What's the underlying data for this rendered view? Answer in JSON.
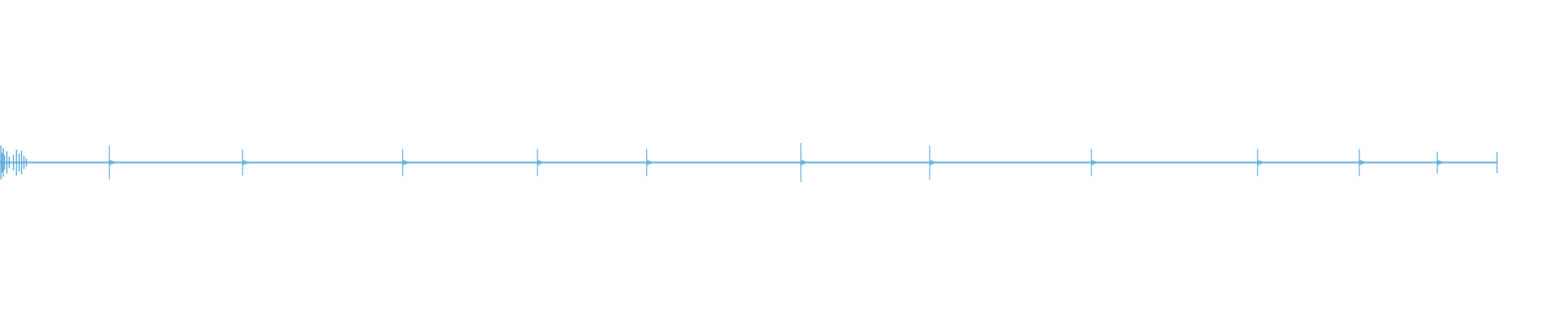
{
  "waveform": {
    "color": "#5aa9dc",
    "baseline_level": 0,
    "end_marker_present": true,
    "onset_burst": [
      {
        "position": 0.0006,
        "amplitude": 0.52
      },
      {
        "position": 0.0014,
        "amplitude": 0.3
      },
      {
        "position": 0.0022,
        "amplitude": 0.44
      },
      {
        "position": 0.003,
        "amplitude": 0.22
      },
      {
        "position": 0.0046,
        "amplitude": 0.34
      },
      {
        "position": 0.0062,
        "amplitude": 0.18
      },
      {
        "position": 0.009,
        "amplitude": 0.24
      },
      {
        "position": 0.011,
        "amplitude": 0.4
      },
      {
        "position": 0.0128,
        "amplitude": 0.28
      },
      {
        "position": 0.0144,
        "amplitude": 0.36
      },
      {
        "position": 0.016,
        "amplitude": 0.2
      },
      {
        "position": 0.0176,
        "amplitude": 0.12
      }
    ],
    "spikes": [
      {
        "position": 0.073,
        "amplitude": 0.52
      },
      {
        "position": 0.162,
        "amplitude": 0.4
      },
      {
        "position": 0.269,
        "amplitude": 0.42
      },
      {
        "position": 0.359,
        "amplitude": 0.42
      },
      {
        "position": 0.432,
        "amplitude": 0.42
      },
      {
        "position": 0.535,
        "amplitude": 0.6
      },
      {
        "position": 0.621,
        "amplitude": 0.52
      },
      {
        "position": 0.729,
        "amplitude": 0.42
      },
      {
        "position": 0.84,
        "amplitude": 0.42
      },
      {
        "position": 0.908,
        "amplitude": 0.42
      },
      {
        "position": 0.96,
        "amplitude": 0.34
      }
    ]
  }
}
